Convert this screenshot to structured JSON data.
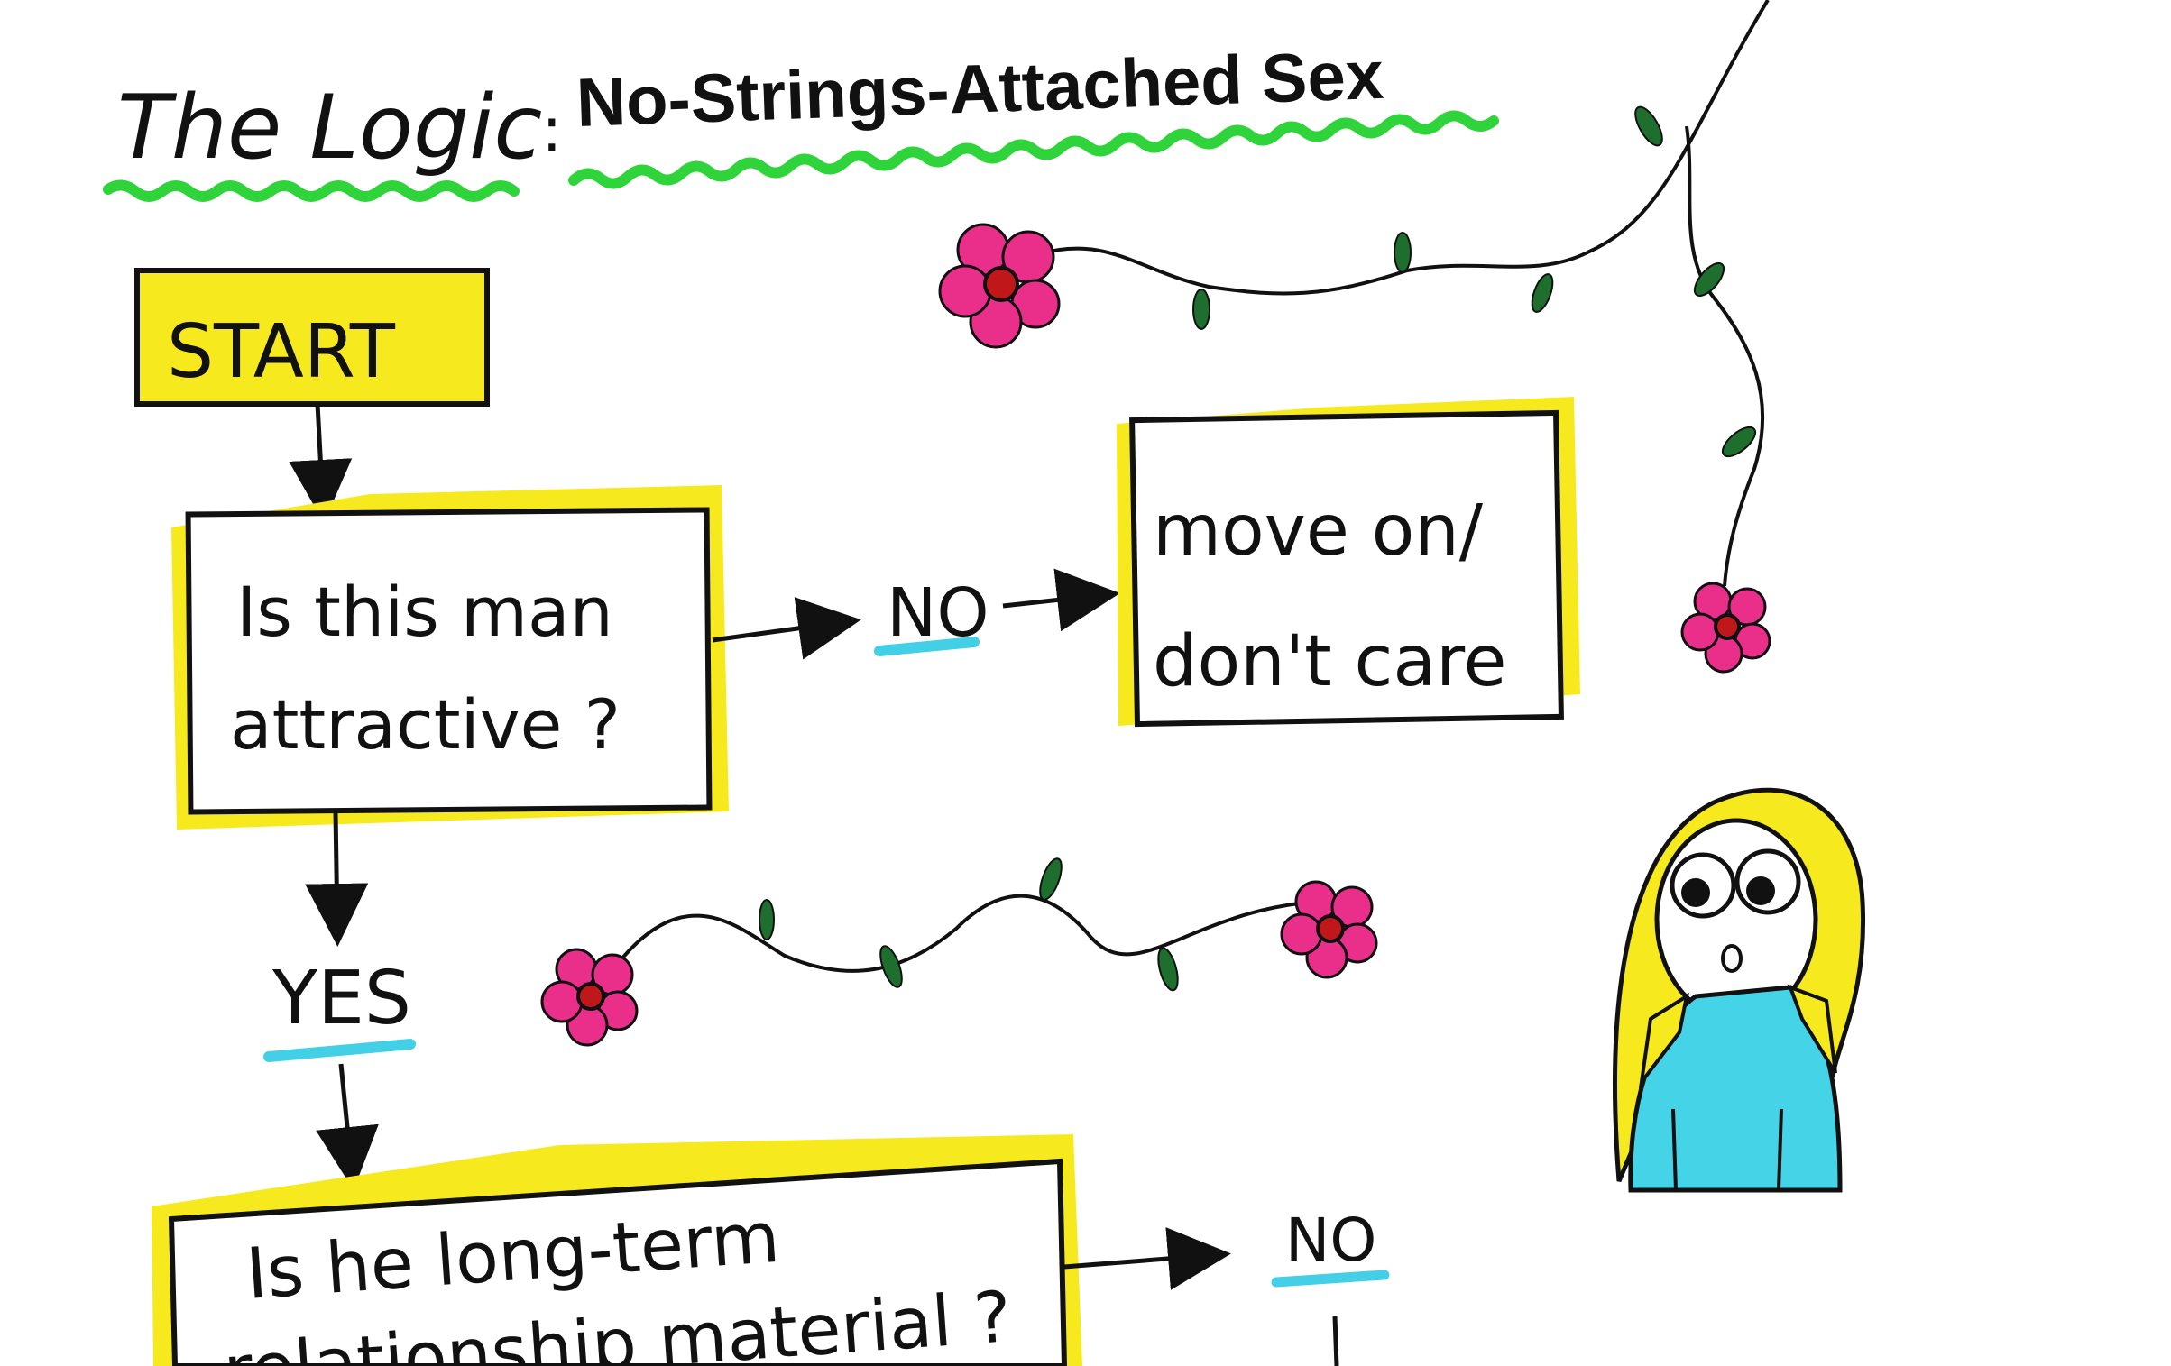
{
  "title": {
    "prefix": "The Logic",
    "separator": ":",
    "main": "No-Strings-Attached Sex"
  },
  "nodes": {
    "start": "START",
    "q1_line1": "Is this man",
    "q1_line2": "attractive ?",
    "no1": "NO",
    "result_line1": "move on/",
    "result_line2": "don't care",
    "yes1": "YES",
    "q2_line1": "Is he long-term",
    "q2_line2": "relationship material ?",
    "no2": "NO"
  },
  "colors": {
    "highlight_yellow": "#f6ea1e",
    "underline_green": "#2ed43a",
    "underline_cyan": "#43d0e6",
    "flower_pink": "#ea2f8a",
    "flower_center": "#c0171b",
    "leaf_green": "#1e6e2e",
    "shirt_cyan": "#45d3e8",
    "ink": "#111111"
  }
}
